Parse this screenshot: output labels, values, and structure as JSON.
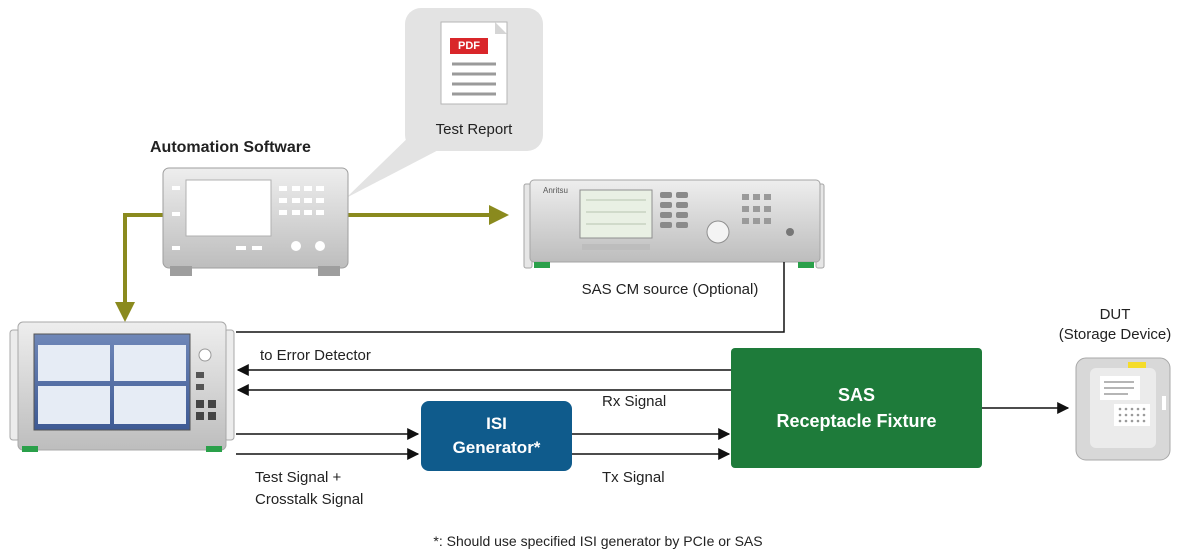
{
  "report": {
    "pdf_badge": "PDF",
    "label": "Test Report"
  },
  "automation": {
    "title": "Automation Software"
  },
  "cm_source": {
    "label": "SAS CM source (Optional)",
    "brand": "Anritsu"
  },
  "dut": {
    "line1": "DUT",
    "line2": "(Storage Device)"
  },
  "isi": {
    "line1": "ISI",
    "line2": "Generator*"
  },
  "fixture": {
    "line1": "SAS",
    "line2": "Receptacle Fixture"
  },
  "labels": {
    "to_error_detector": "to Error Detector",
    "rx_signal": "Rx Signal",
    "tx_signal": "Tx Signal",
    "test_signal_line1": "Test Signal +",
    "test_signal_line2": "Crosstalk Signal"
  },
  "footnote": "*: Should use specified ISI generator by PCIe or SAS",
  "colors": {
    "control_line": "#8a8a1e",
    "isi_box": "#0f5b8c",
    "fixture_box": "#1e7b3a",
    "bubble": "#e3e3e3",
    "pdf_red": "#d9262a",
    "device_gray": "#d8d8d8",
    "equipment_green": "#2aa04a"
  }
}
